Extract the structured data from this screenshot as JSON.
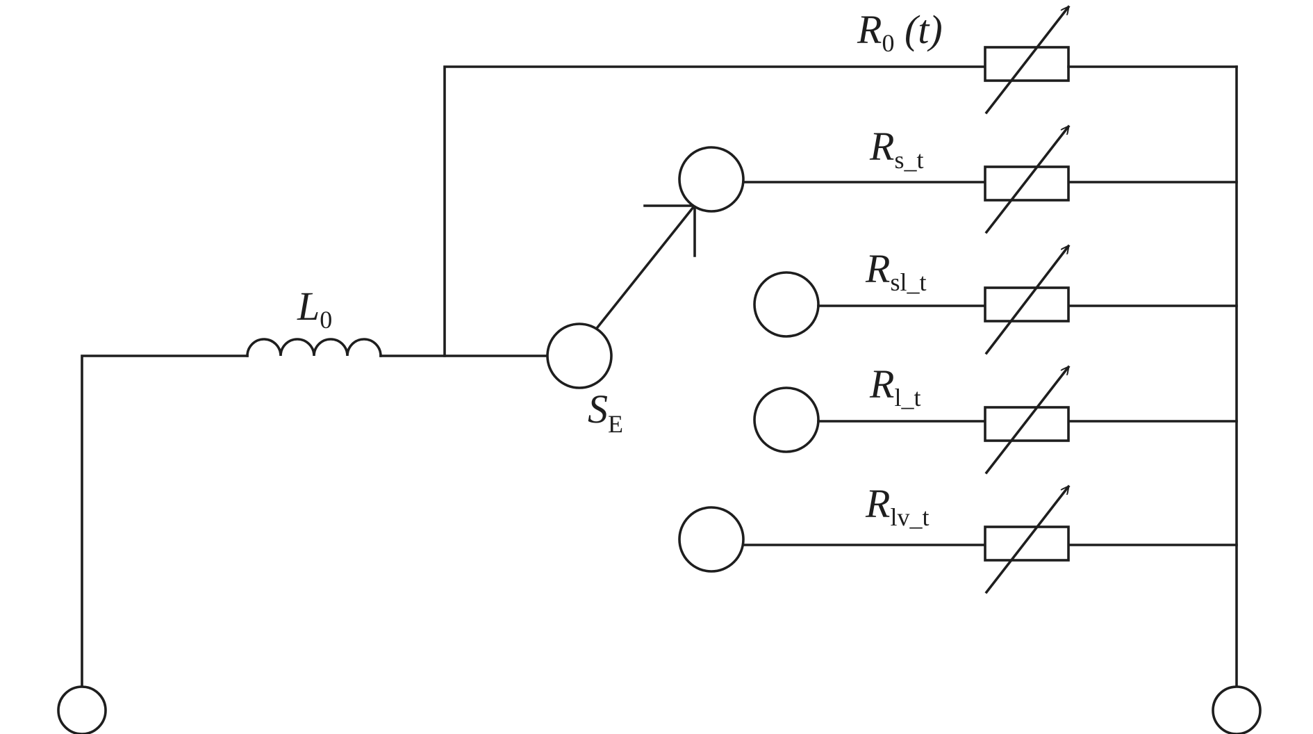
{
  "labels": {
    "inductor": {
      "main": "L",
      "sub": "0",
      "tail": ""
    },
    "switch": {
      "main": "S",
      "sub": "E",
      "tail": ""
    },
    "r0": {
      "main": "R",
      "sub": "0",
      "tail": " (t)"
    },
    "rs": {
      "main": "R",
      "sub": "s_t",
      "tail": ""
    },
    "rsl": {
      "main": "R",
      "sub": "sl_t",
      "tail": ""
    },
    "rl": {
      "main": "R",
      "sub": "l_t",
      "tail": ""
    },
    "rlv": {
      "main": "R",
      "sub": "lv_t",
      "tail": ""
    }
  },
  "colors": {
    "stroke": "#1e1e1e",
    "background": "#ffffff"
  },
  "switch_position": "rs"
}
